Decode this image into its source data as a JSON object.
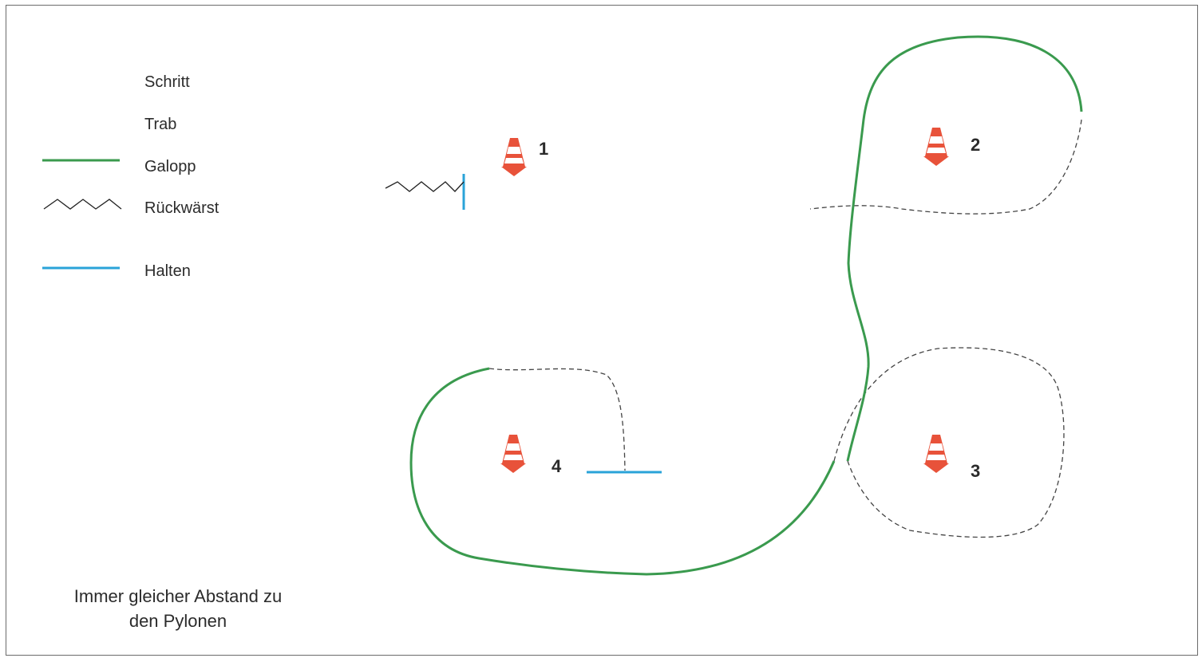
{
  "legend": {
    "schritt": "Schritt",
    "trab": "Trab",
    "galopp": "Galopp",
    "rueckwaerts": "Rückwärst",
    "halten": "Halten"
  },
  "cones": [
    "1",
    "2",
    "3",
    "4"
  ],
  "note": {
    "line1": "Immer gleicher Abstand zu",
    "line2": "den Pylonen"
  },
  "colors": {
    "galopp": "#3a9a4e",
    "halten": "#2aa3d8",
    "cone": "#e8523a",
    "dashed": "#444444"
  }
}
